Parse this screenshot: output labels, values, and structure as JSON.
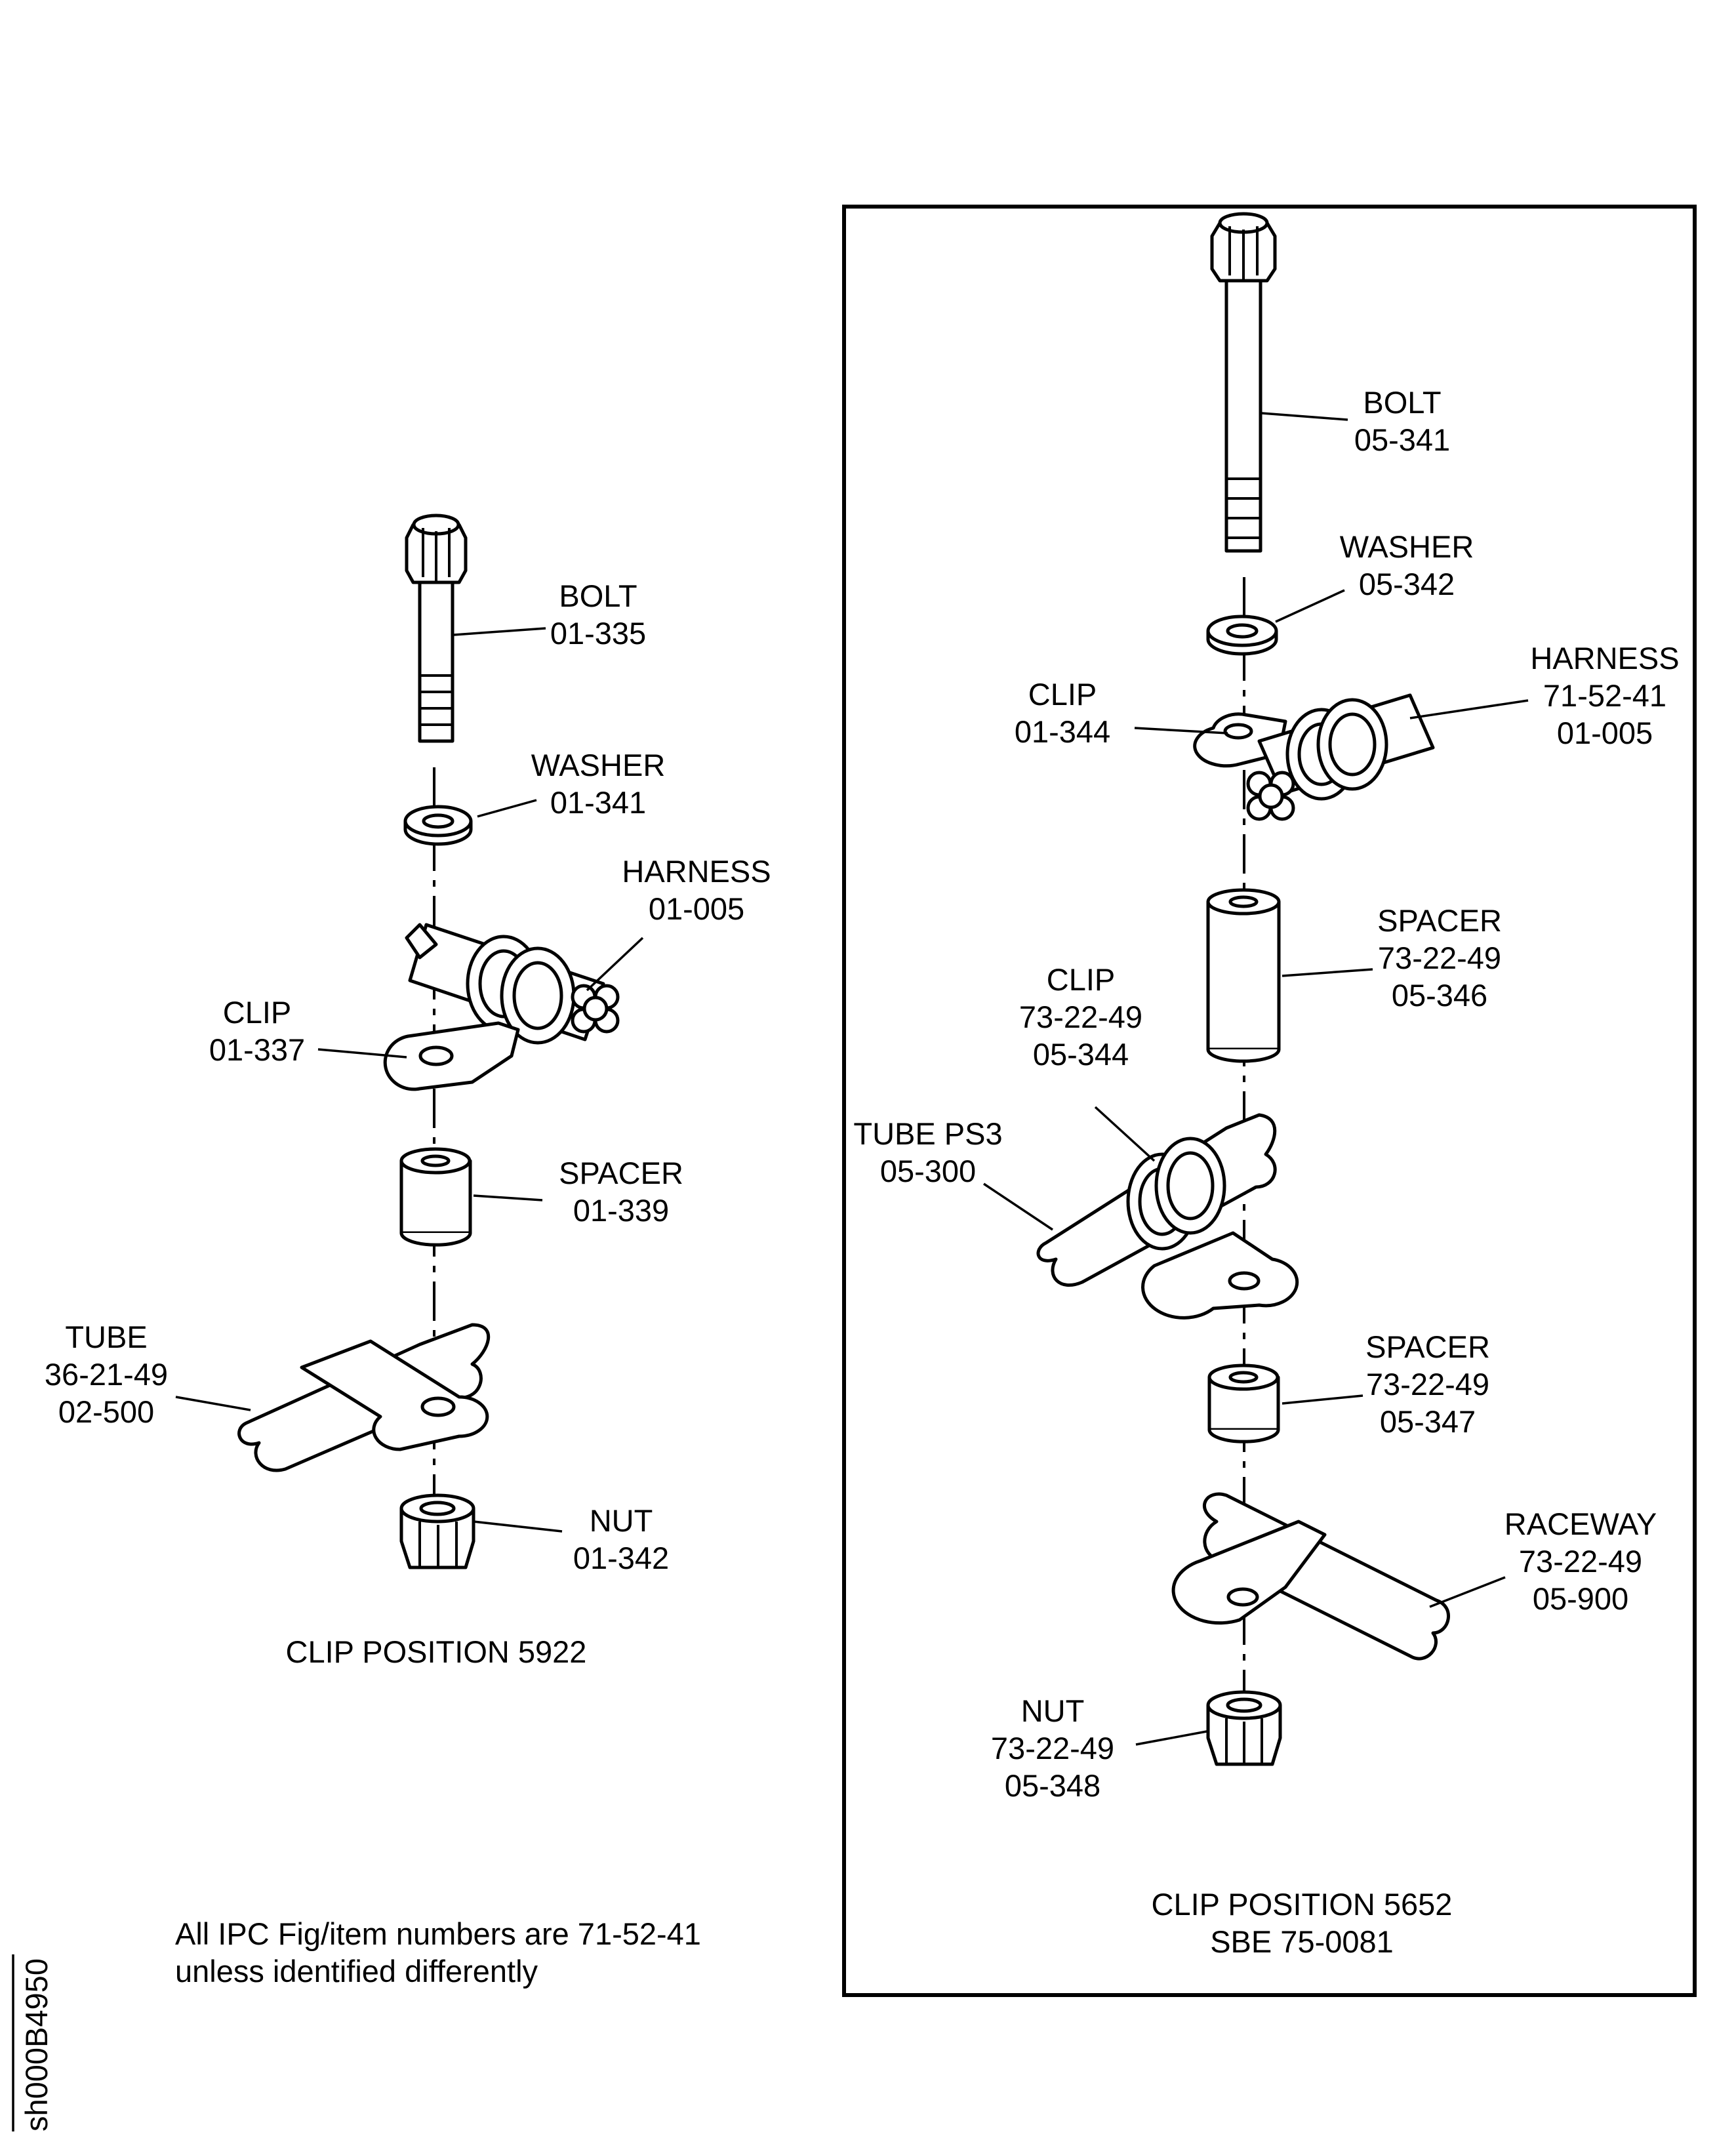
{
  "left_view": {
    "bolt": [
      "BOLT",
      "01-335"
    ],
    "washer": [
      "WASHER",
      "01-341"
    ],
    "harness": [
      "HARNESS",
      "01-005"
    ],
    "clip": [
      "CLIP",
      "01-337"
    ],
    "spacer": [
      "SPACER",
      "01-339"
    ],
    "tube": [
      "TUBE",
      "36-21-49",
      "02-500"
    ],
    "nut": [
      "NUT",
      "01-342"
    ],
    "caption": "CLIP POSITION 5922"
  },
  "right_view": {
    "bolt": [
      "BOLT",
      "05-341"
    ],
    "washer": [
      "WASHER",
      "05-342"
    ],
    "harness": [
      "HARNESS",
      "71-52-41",
      "01-005"
    ],
    "clip_upper": [
      "CLIP",
      "01-344"
    ],
    "spacer_upper": [
      "SPACER",
      "73-22-49",
      "05-346"
    ],
    "clip_lower": [
      "CLIP",
      "73-22-49",
      "05-344"
    ],
    "tube": [
      "TUBE PS3",
      "05-300"
    ],
    "spacer_lower": [
      "SPACER",
      "73-22-49",
      "05-347"
    ],
    "raceway": [
      "RACEWAY",
      "73-22-49",
      "05-900"
    ],
    "nut": [
      "NUT",
      "73-22-49",
      "05-348"
    ],
    "caption": [
      "CLIP POSITION 5652",
      "SBE 75-0081"
    ]
  },
  "note": [
    "All IPC Fig/item numbers are 71-52-41",
    "unless identified differently"
  ],
  "sheet_id": "sh000B4950"
}
